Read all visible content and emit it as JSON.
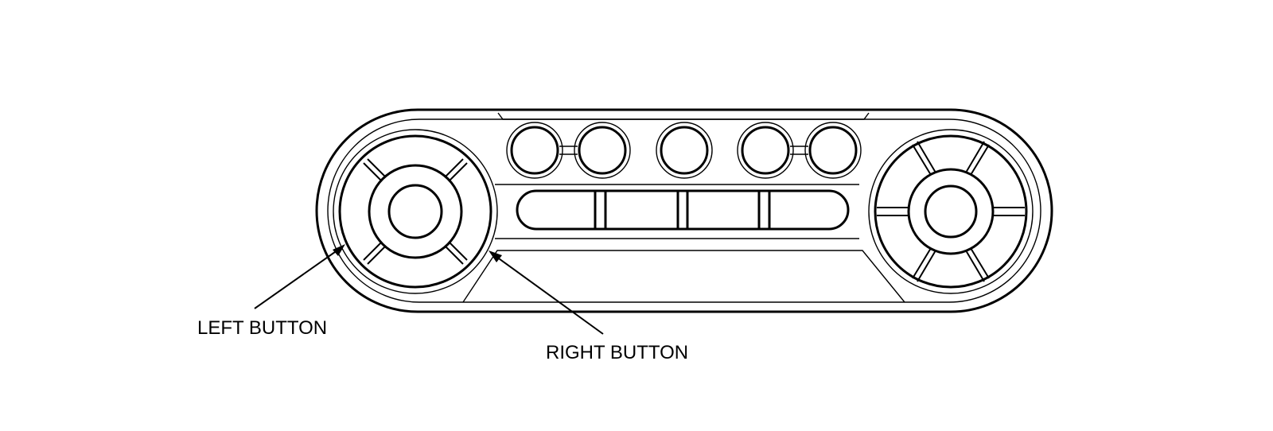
{
  "diagram": {
    "callouts": [
      {
        "id": "left",
        "label": "LEFT BUTTON"
      },
      {
        "id": "right",
        "label": "RIGHT BUTTON"
      }
    ],
    "colors": {
      "stroke": "#000000",
      "background": "#ffffff"
    }
  }
}
